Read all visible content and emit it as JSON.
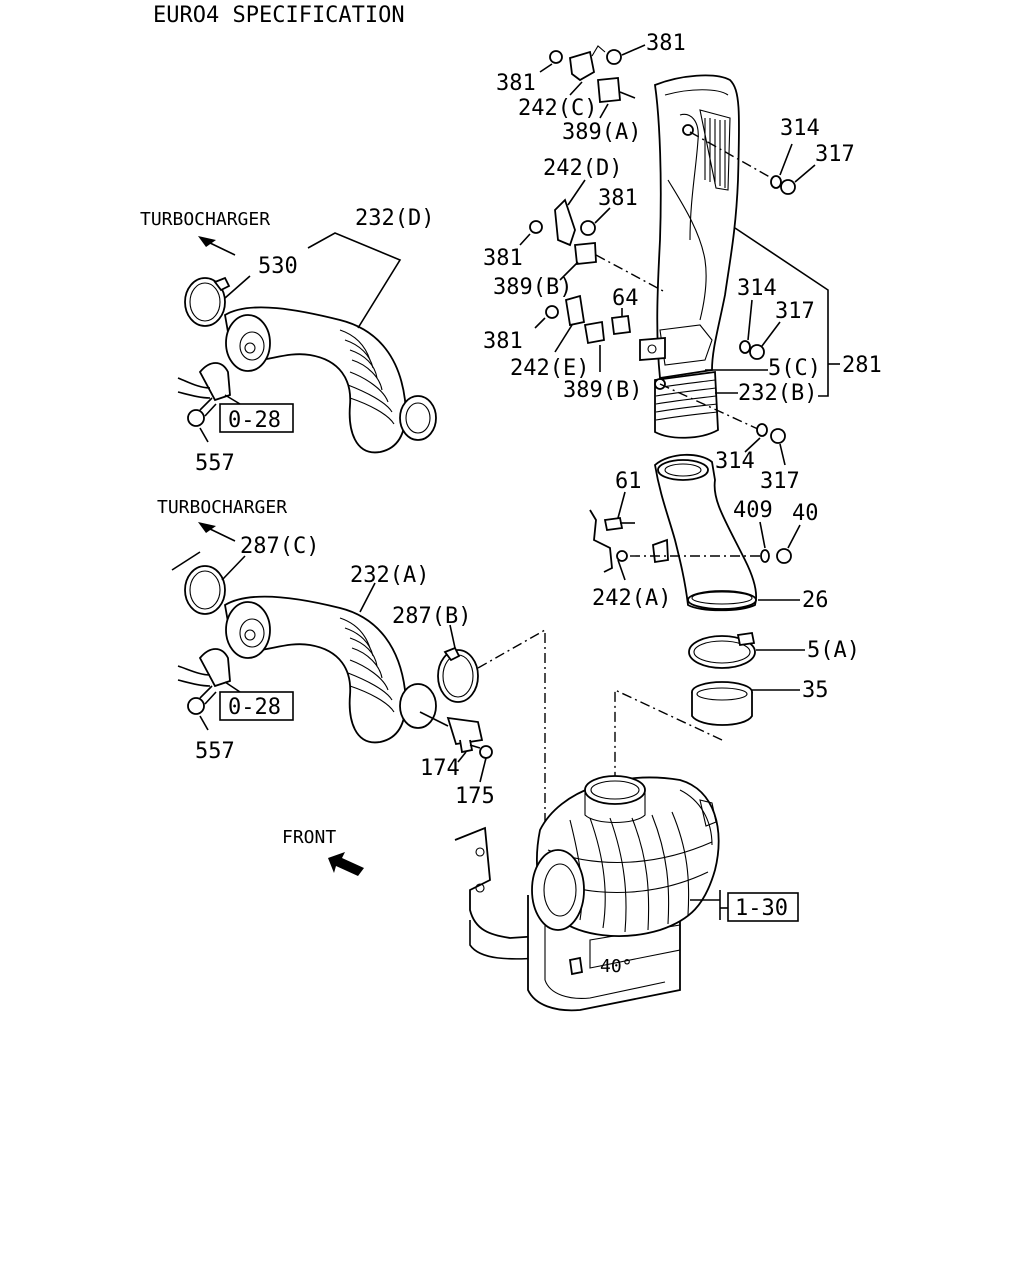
{
  "diagram": {
    "title": "EURO4 SPECIFICATION",
    "direction_labels": {
      "turbo_upper": "TURBOCHARGER",
      "turbo_lower": "TURBOCHARGER",
      "front": "FRONT"
    },
    "refs": {
      "upper_028": "0-28",
      "lower_028": "0-28",
      "cleaner_130": "1-30"
    },
    "callouts": [
      "381",
      "381",
      "242(C)",
      "389(A)",
      "314",
      "317",
      "242(D)",
      "381",
      "381",
      "389(B)",
      "64",
      "381",
      "242(E)",
      "389(B)",
      "314",
      "317",
      "5(C)",
      "281",
      "232(B)",
      "314",
      "317",
      "61",
      "409",
      "40",
      "242(A)",
      "26",
      "5(A)",
      "35",
      "232(D)",
      "530",
      "557",
      "287(C)",
      "232(A)",
      "287(B)",
      "557",
      "174",
      "175"
    ]
  }
}
